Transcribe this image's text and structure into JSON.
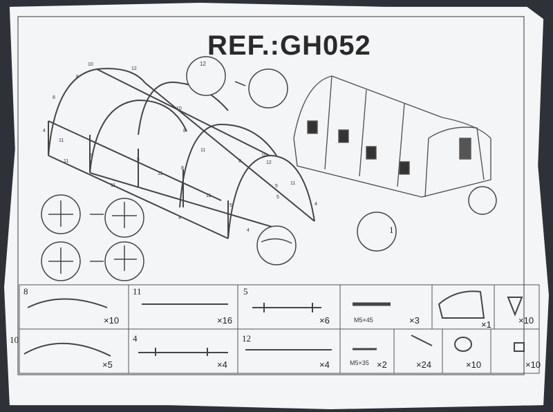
{
  "document": {
    "title": "REF.:GH052"
  },
  "callouts": {
    "step_number": "1",
    "detail_pipe": "12"
  },
  "frame_labels": [
    {
      "text": "10"
    },
    {
      "text": "12"
    },
    {
      "text": "8"
    },
    {
      "text": "8"
    },
    {
      "text": "4"
    },
    {
      "text": "11"
    },
    {
      "text": "5"
    },
    {
      "text": "11"
    },
    {
      "text": "11"
    },
    {
      "text": "10"
    },
    {
      "text": "8"
    },
    {
      "text": "5"
    },
    {
      "text": "11"
    },
    {
      "text": "8"
    },
    {
      "text": "11"
    },
    {
      "text": "4"
    },
    {
      "text": "5"
    },
    {
      "text": "11"
    },
    {
      "text": "8"
    },
    {
      "text": "10"
    },
    {
      "text": "12"
    },
    {
      "text": "5"
    },
    {
      "text": "11"
    },
    {
      "text": "4"
    },
    {
      "text": "5"
    },
    {
      "text": "4"
    }
  ],
  "parts": {
    "row1": [
      {
        "id": "8",
        "qty": "×10"
      },
      {
        "id": "11",
        "qty": "×16"
      },
      {
        "id": "5",
        "qty": "×6"
      },
      {
        "spec": "M5×45",
        "qty": "×3"
      },
      {
        "qty": "×1"
      },
      {
        "qty": "×10"
      }
    ],
    "row2": [
      {
        "id": "10",
        "qty": "×5"
      },
      {
        "id": "4",
        "qty": "×4"
      },
      {
        "id": "12",
        "qty": "×4"
      },
      {
        "spec": "M5×35",
        "qty": "×2"
      },
      {
        "qty": "×24"
      },
      {
        "qty": "×10"
      },
      {
        "qty": "×10"
      }
    ]
  }
}
